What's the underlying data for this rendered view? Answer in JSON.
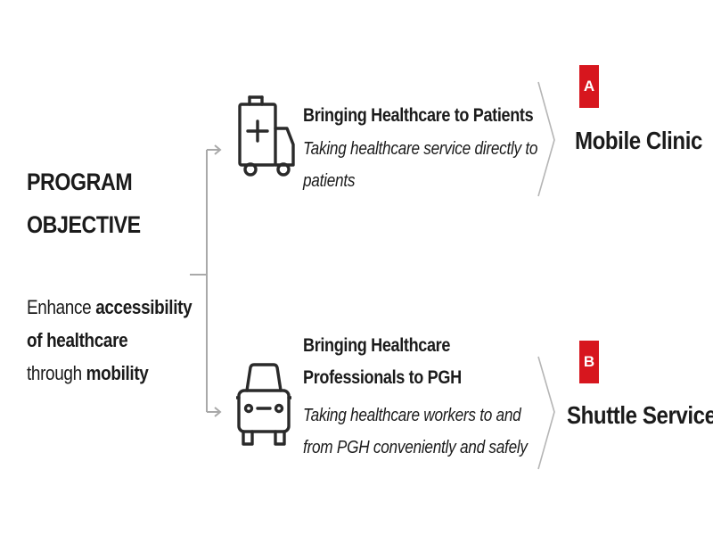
{
  "objective": {
    "title_line1": "PROGRAM",
    "title_line2": "OBJECTIVE",
    "desc": {
      "l1_regular": "Enhance ",
      "l1_bold": "accessibility",
      "l2_bold": "of healthcare",
      "l3_regular": "through ",
      "l3_bold": "mobility"
    }
  },
  "items": [
    {
      "heading_lines": [
        "Bringing Healthcare to Patients"
      ],
      "desc_lines": [
        "Taking healthcare service directly to",
        "patients"
      ],
      "badge": "A",
      "result": "Mobile Clinic",
      "icon": "ambulance-icon"
    },
    {
      "heading_lines": [
        "Bringing Healthcare",
        "Professionals to PGH"
      ],
      "desc_lines": [
        "Taking healthcare workers to and",
        "from PGH conveniently and safely"
      ],
      "badge": "B",
      "result": "Shuttle Service",
      "icon": "car-icon"
    }
  ],
  "colors": {
    "badge": "#d7161e",
    "connector": "#a9a9a9",
    "icon_stroke": "#2a2a2a",
    "text": "#1b1b1b"
  }
}
